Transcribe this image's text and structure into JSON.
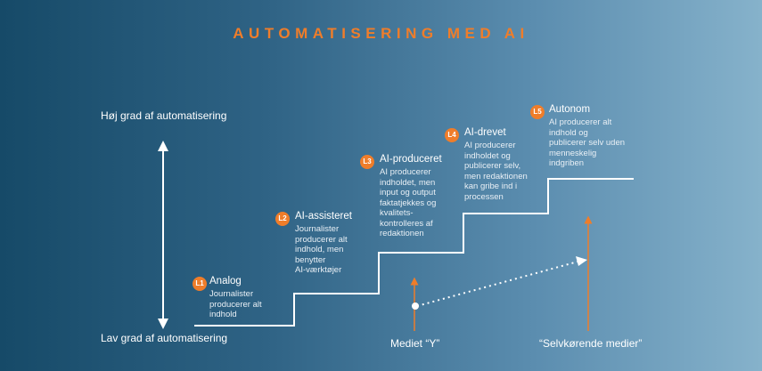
{
  "title": "AUTOMATISERING MED AI",
  "axis": {
    "high": "Høj grad af automatisering",
    "low": "Lav grad af automatisering"
  },
  "levels": [
    {
      "badge": "L1",
      "title": "Analog",
      "desc": [
        "Journalister",
        "producerer alt",
        "indhold"
      ]
    },
    {
      "badge": "L2",
      "title": "AI-assisteret",
      "desc": [
        "Journalister",
        "producerer alt",
        "indhold, men",
        "benytter",
        "AI-værktøjer"
      ]
    },
    {
      "badge": "L3",
      "title": "AI-produceret",
      "desc": [
        "AI producerer",
        "indholdet, men",
        "input og output",
        "faktatjekkes og",
        "kvalitets-",
        "kontrolleres af",
        "redaktionen"
      ]
    },
    {
      "badge": "L4",
      "title": "AI-drevet",
      "desc": [
        "AI producerer",
        "indholdet og",
        "publicerer selv,",
        "men redaktionen",
        "kan gribe ind i",
        "processen"
      ]
    },
    {
      "badge": "L5",
      "title": "Autonom",
      "desc": [
        "AI producerer alt",
        "indhold og",
        "publicerer selv uden",
        "menneskelig",
        "indgriben"
      ]
    }
  ],
  "markers": {
    "y": "Mediet “Y”",
    "self_driving": "“Selvkørende medier”"
  },
  "colors": {
    "accent": "#ef7d2a",
    "line": "#ffffff"
  }
}
